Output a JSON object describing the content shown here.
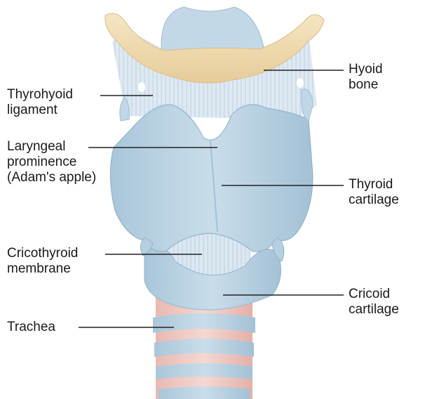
{
  "labels": {
    "hyoid": [
      "Hyoid",
      "bone"
    ],
    "thyrohyoid": [
      "Thyrohyoid",
      "ligament"
    ],
    "laryngeal": [
      "Laryngeal",
      "prominence",
      "(Adam's apple)"
    ],
    "thyroid": [
      "Thyroid",
      "cartilage"
    ],
    "cricothyroid": [
      "Cricothyroid",
      "membrane"
    ],
    "cricoid": [
      "Cricoid",
      "cartilage"
    ],
    "trachea": [
      "Trachea"
    ]
  },
  "colors": {
    "cartilage": "#bfd6e6",
    "cartilage_shade": "#9fbfd6",
    "bone": "#f0dcb0",
    "ligament": "#dbe7f0",
    "trachea_pink": "#efc9c2",
    "leader": "#222222"
  }
}
